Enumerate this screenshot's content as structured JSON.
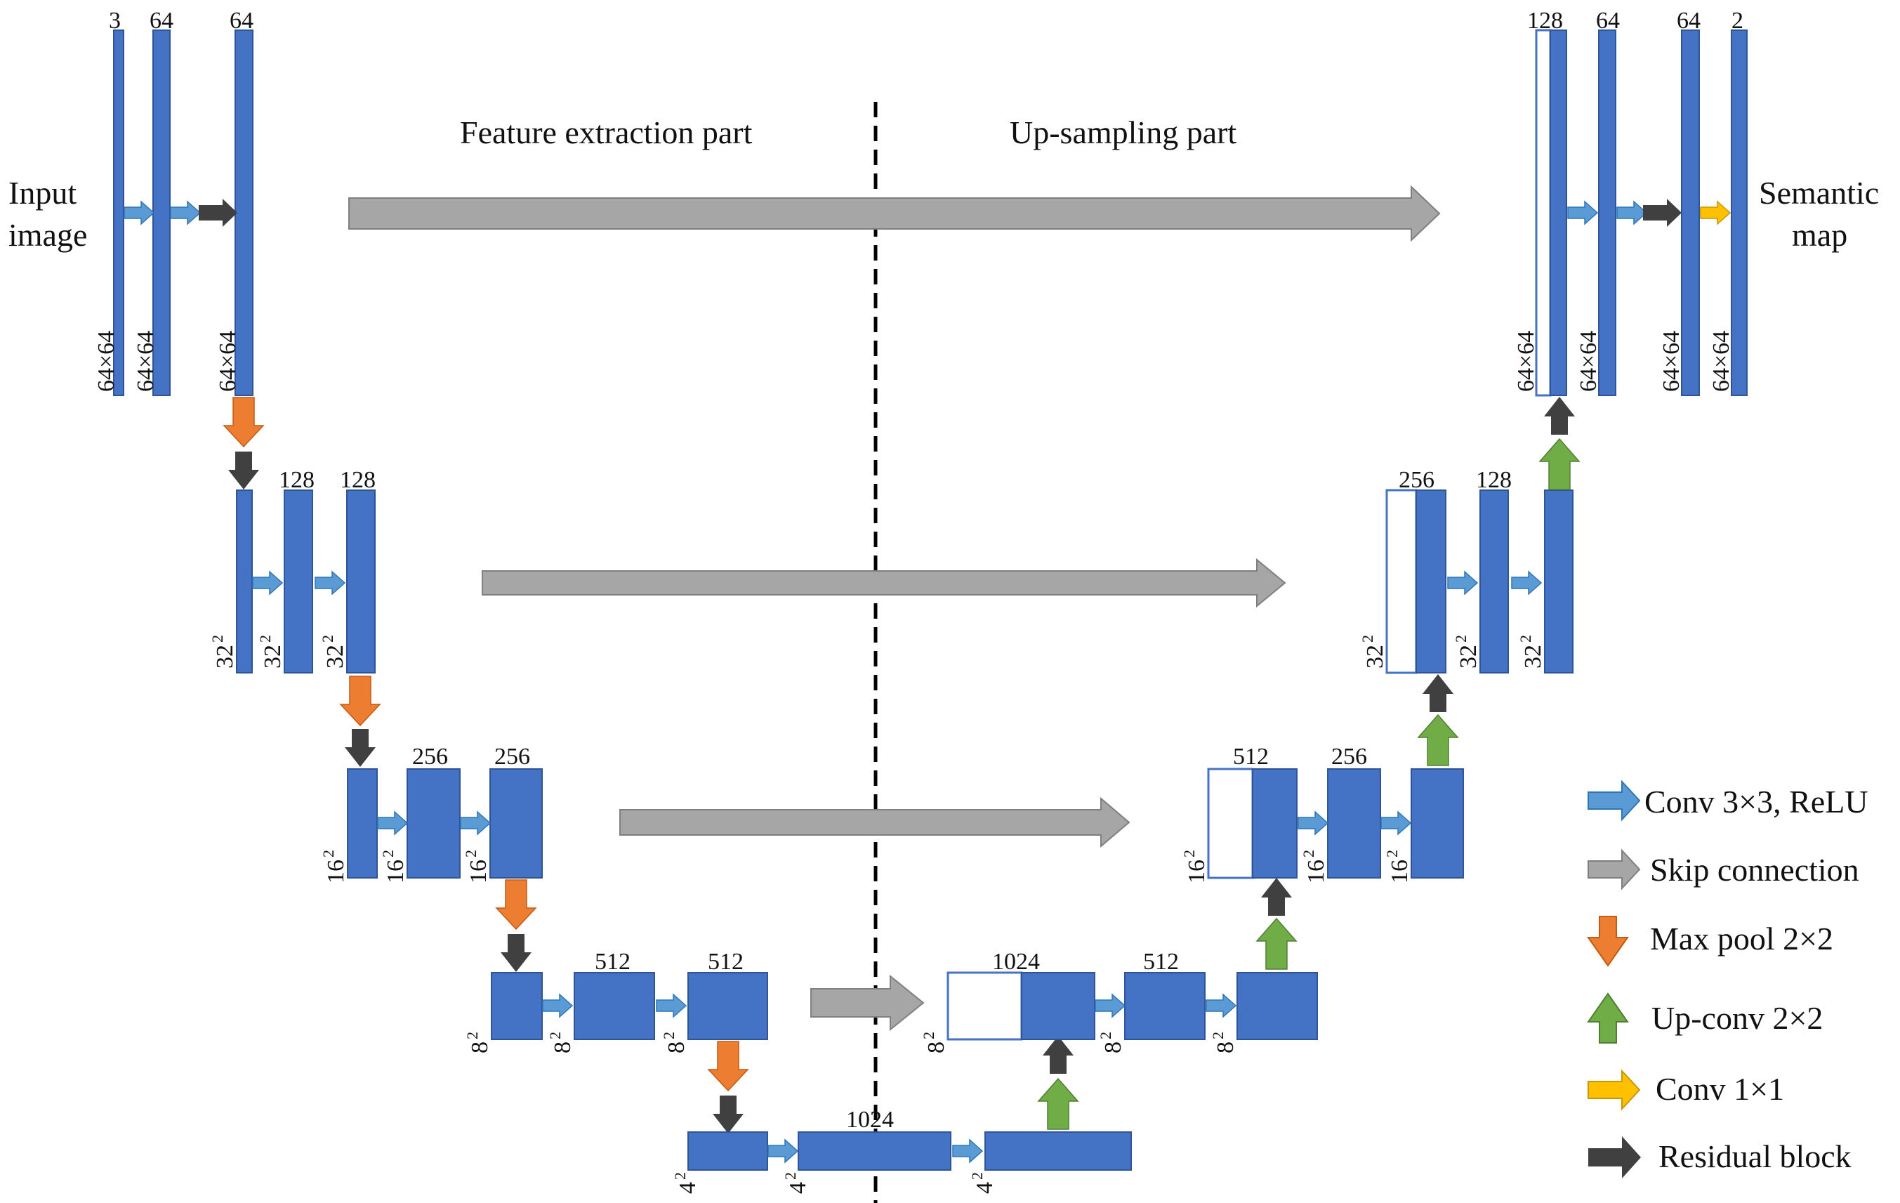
{
  "headings": {
    "left_part": "Feature extraction part",
    "right_part": "Up-sampling part",
    "input_line1": "Input",
    "input_line2": "image",
    "output_line1": "Semantic",
    "output_line2": "map"
  },
  "channels": {
    "enc1": [
      "3",
      "64",
      "64"
    ],
    "enc2": [
      "128",
      "128"
    ],
    "enc3": [
      "256",
      "256"
    ],
    "enc4": [
      "512",
      "512"
    ],
    "bottleneck": "1024",
    "dec4": [
      "1024",
      "512"
    ],
    "dec3": [
      "512",
      "256"
    ],
    "dec2": [
      "256",
      "128"
    ],
    "dec1": [
      "128",
      "64",
      "64",
      "2"
    ]
  },
  "sizes": {
    "s64": "64×64",
    "s32": "32",
    "s16": "16",
    "s8": "8",
    "s4": "4",
    "squared": "2"
  },
  "legend": [
    {
      "key": "conv3",
      "label": "Conv 3×3, ReLU",
      "color": "#5B9BD5"
    },
    {
      "key": "skip",
      "label": "Skip connection",
      "color": "#A6A6A6"
    },
    {
      "key": "maxpool",
      "label": "Max pool 2×2",
      "color": "#ED7D31"
    },
    {
      "key": "upconv",
      "label": "Up-conv 2×2",
      "color": "#70AD47"
    },
    {
      "key": "conv1",
      "label": "Conv 1×1",
      "color": "#FFC000"
    },
    {
      "key": "residual",
      "label": "Residual block",
      "color": "#404040"
    }
  ],
  "colors": {
    "block": "#4472C4",
    "conv3": "#5B9BD5",
    "skip": "#A6A6A6",
    "maxpool": "#ED7D31",
    "upconv": "#70AD47",
    "conv1": "#FFC000",
    "residual": "#404040"
  }
}
